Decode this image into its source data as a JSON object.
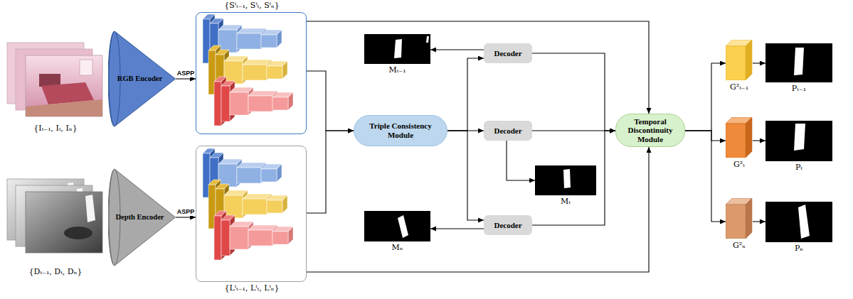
{
  "diagram": {
    "nodes": [
      {
        "text": [
          "{Iₜ₋₁, Iₜ, Iₙ}"
        ]
      },
      {
        "text": [
          "RGB Encoder"
        ]
      },
      {
        "text": [
          "{Sⁱₜ₋₁, Sⁱₜ, Sⁱₙ}"
        ]
      },
      {
        "text": [
          "{Dₜ₋₁, Dₜ, Dₙ}"
        ]
      },
      {
        "text": [
          "Depth Encoder"
        ]
      },
      {
        "text": [
          "{Lⁱₜ₋₁, Lⁱₜ, Lⁱₙ}"
        ]
      },
      {
        "text": [
          "Triple Consistency Module"
        ]
      },
      {
        "text": [
          "Decoder"
        ]
      },
      {
        "text": [
          "Mₜ₋₁"
        ]
      },
      {
        "text": [
          "Decoder"
        ]
      },
      {
        "text": [
          "Mₜ"
        ]
      },
      {
        "text": [
          "Decoder"
        ]
      },
      {
        "text": [
          "Mₙ"
        ]
      },
      {
        "text": [
          "Temporal Discontinuity Module"
        ]
      },
      {
        "text": [
          "G²ₜ₋₁"
        ]
      },
      {
        "text": [
          "Pₜ₋₁"
        ]
      },
      {
        "text": [
          "G²ₜ"
        ]
      },
      {
        "text": [
          "Pₜ"
        ]
      },
      {
        "text": [
          "G²ₙ"
        ]
      },
      {
        "text": [
          "Pₙ"
        ]
      }
    ],
    "edges": [
      {
        "from": 1,
        "to": 2,
        "arrow": "to",
        "label": "ASPP"
      },
      {
        "from": 4,
        "to": 5,
        "arrow": "to",
        "label": "ASPP"
      },
      {
        "from": 2,
        "to": 6,
        "arrow": "to"
      },
      {
        "from": 5,
        "to": 6,
        "arrow": "to"
      },
      {
        "from": 6,
        "to": 9,
        "arrow": "to"
      },
      {
        "from": 6,
        "to": 7,
        "arrow": "to"
      },
      {
        "from": 6,
        "to": 11,
        "arrow": "to"
      },
      {
        "from": 7,
        "to": 8,
        "arrow": "to"
      },
      {
        "from": 9,
        "to": 10,
        "arrow": "to"
      },
      {
        "from": 11,
        "to": 12,
        "arrow": "to"
      },
      {
        "from": 7,
        "to": 13,
        "arrow": "to"
      },
      {
        "from": 9,
        "to": 13,
        "arrow": "to"
      },
      {
        "from": 11,
        "to": 13,
        "arrow": "to"
      },
      {
        "from": 2,
        "to": 13,
        "arrow": "to"
      },
      {
        "from": 5,
        "to": 13,
        "arrow": "to"
      },
      {
        "from": 13,
        "to": 14,
        "arrow": "to"
      },
      {
        "from": 13,
        "to": 16,
        "arrow": "to"
      },
      {
        "from": 13,
        "to": 18,
        "arrow": "to"
      },
      {
        "from": 14,
        "to": 15,
        "arrow": "to"
      },
      {
        "from": 16,
        "to": 17,
        "arrow": "to"
      },
      {
        "from": 18,
        "to": 19,
        "arrow": "to"
      }
    ]
  }
}
